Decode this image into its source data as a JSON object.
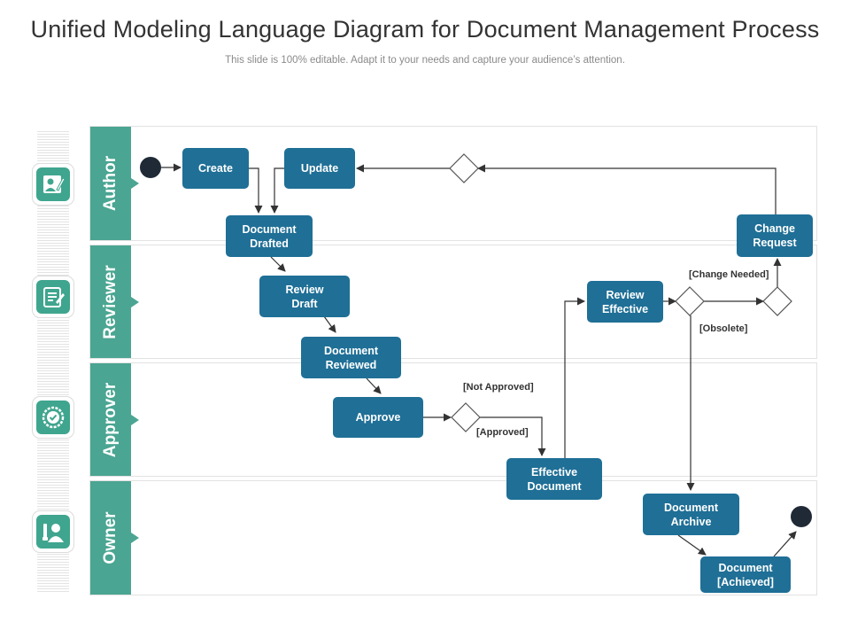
{
  "header": {
    "title": "Unified Modeling Language Diagram for Document Management Process",
    "subtitle": "This slide is 100% editable. Adapt it to your needs and capture your audience’s attention."
  },
  "lanes": [
    {
      "label": "Author",
      "icon": "writer-icon"
    },
    {
      "label": "Reviewer",
      "icon": "checklist-icon"
    },
    {
      "label": "Approver",
      "icon": "approval-seal-icon"
    },
    {
      "label": "Owner",
      "icon": "owner-person-icon"
    }
  ],
  "nodes": {
    "create": "Create",
    "update": "Update",
    "document_drafted": "Document\nDrafted",
    "review_draft": "Review\nDraft",
    "document_reviewed": "Document\nReviewed",
    "approve": "Approve",
    "effective_document": "Effective\nDocument",
    "review_effective": "Review\nEffective",
    "change_request": "Change\nRequest",
    "document_archive": "Document\nArchive",
    "document_achieved": "Document\n[Achieved]"
  },
  "guards": {
    "not_approved": "[Not Approved]",
    "approved": "[Approved]",
    "change_needed": "[Change Needed]",
    "obsolete": "[Obsolete]"
  },
  "colors": {
    "lane_header": "#4aa592",
    "node_fill": "#1f6f96",
    "terminal": "#1f2a36",
    "connector": "#333333"
  }
}
